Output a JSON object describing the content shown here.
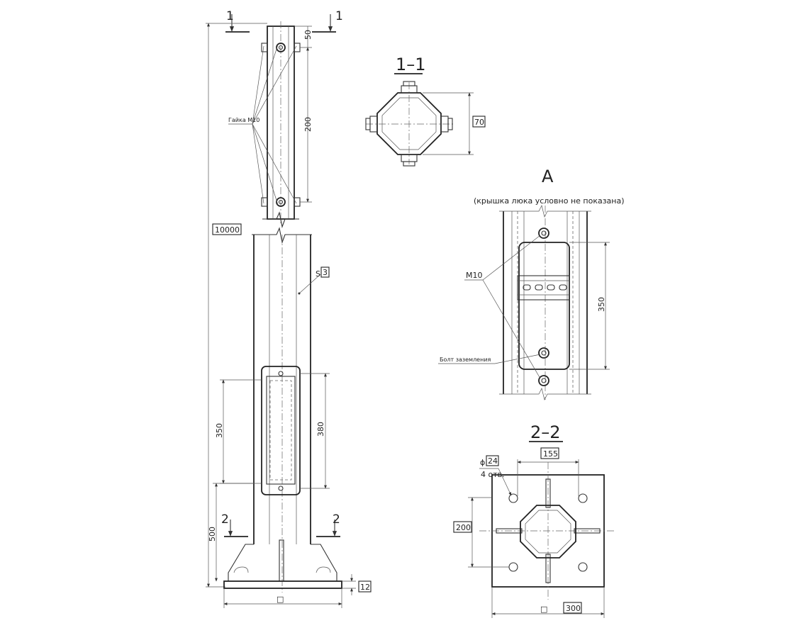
{
  "main_view": {
    "section_1": "1",
    "section_2": "2",
    "dim_top": "50",
    "dim_nut_spacing": "200",
    "nut_label": "Гайка М10",
    "total_height": "10000",
    "wall_thickness_sym": "S",
    "wall_thickness": "3",
    "dim_door_outer": "350",
    "dim_door_inner": "380",
    "dim_base": "500",
    "dim_plate": "12",
    "base_width_sym": "□"
  },
  "section_1_1": {
    "title": "1–1",
    "dim_flats": "70"
  },
  "detail_a": {
    "title": "А",
    "note": "(крышка люка условно не показана)",
    "bolt_label": "М10",
    "dim_opening": "350",
    "ground_bolt_label": "Болт заземления"
  },
  "section_2_2": {
    "title": "2–2",
    "dim_holes_spacing": "155",
    "hole_dia_sym": "ϕ",
    "hole_dia": "24",
    "holes_count": "4 отв.",
    "dim_height": "200",
    "dim_plate_width": "300",
    "plate_width_sym": "□"
  }
}
